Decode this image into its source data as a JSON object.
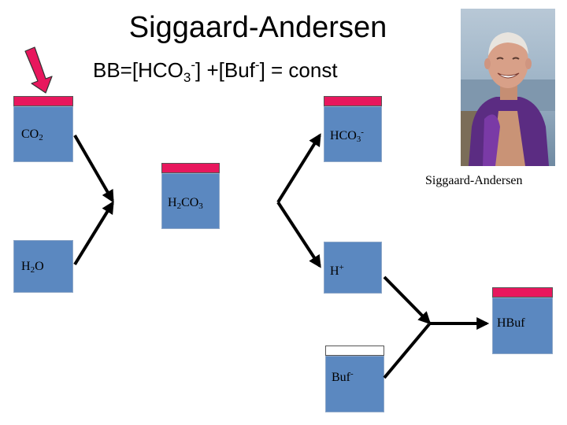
{
  "title": "Siggaard-Andersen",
  "formula": {
    "prefix": "BB=[HCO",
    "sub": "3",
    "sup1": "-",
    "mid": "] +[Buf",
    "sup2": "-",
    "suffix": "] = const"
  },
  "nodes": {
    "co2": {
      "main": "CO",
      "sub": "2"
    },
    "hco3": {
      "main": "HCO",
      "sub": "3",
      "sup": "-"
    },
    "h2co3": {
      "a": "H",
      "sub1": "2",
      "b": "CO",
      "sub2": "3"
    },
    "h2o": {
      "a": "H",
      "sub": "2",
      "b": "O"
    },
    "hplus": {
      "main": "H",
      "sup": "+"
    },
    "hbuf": {
      "main": "HBuf"
    },
    "buf": {
      "main": "Buf",
      "sup": "-"
    }
  },
  "photo_caption": "Siggaard-Andersen",
  "colors": {
    "box": "#5b88c0",
    "cap": "#e8175d",
    "arrow": "#e8175d"
  }
}
